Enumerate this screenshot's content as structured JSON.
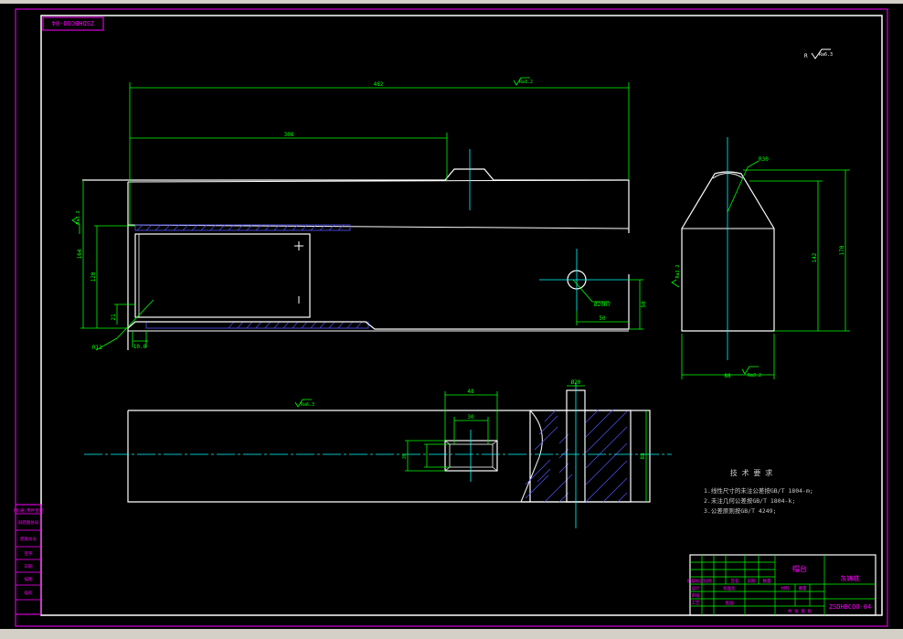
{
  "colors": {
    "background": "#000000",
    "border": "#ff00ff",
    "outline": "#ffffff",
    "dimension": "#00ff00",
    "centerline": "#00ffff",
    "hatch": "#3333ff",
    "tech_text": "#cccccc",
    "chrome": "#d4d0c8"
  },
  "drawing": {
    "code_rotated": "ZSDHBCOO-04",
    "code": "ZSDHBCOO-04",
    "part_name": "帽台"
  },
  "surface_marks": {
    "top_right": "Ra6.3",
    "ra_label_top": "Ra3.2",
    "ra_label_left": "Ra3.2",
    "ra_label_side": "Ra3.2",
    "ra_label_bottom_view": "Ra6.3",
    "ra_label_front": "Ra6.3",
    "ra_label_right_width": "Ra3.2"
  },
  "dims": {
    "len_total": "482",
    "len_groove": "308",
    "height_left": "164",
    "height_inner": "120",
    "small_21": "21",
    "small_108": "10.8",
    "r_corner": "R11",
    "hole_dia": "Ø20H7",
    "hole_x": "50",
    "hole_y": "50",
    "side_radius": "R30",
    "side_h1": "142",
    "side_h2": "170",
    "side_w": "88",
    "slot_w1": "48",
    "slot_w2": "30",
    "pin_d": "Ø20",
    "width_88": "88",
    "slot_h": "20"
  },
  "tech": {
    "title": "技 术 要 求",
    "line1": "1.线性尺寸的未注公差按GB/T 1804-m;",
    "line2": "2.未注几何公差按GB/T 1804-k;",
    "line3": "3.公差原则按GB/T 4249;"
  },
  "title_block": {
    "label_scale": "比例",
    "label_qty": "数量",
    "label_weight": "重量",
    "label_material": "材料",
    "material": "灰铸铁",
    "label_design": "设计",
    "label_check": "审核",
    "label_process": "工艺",
    "label_std": "标准化",
    "label_approve": "批准",
    "label_date": "日期",
    "label_sign": "签名",
    "label_stage": "阶段标记",
    "sheet_info": "共 张 第 张"
  },
  "left_strip": {
    "items": [
      "借(通)用件登记",
      "旧底图总号",
      "底图总号",
      "签字",
      "日期",
      "描图",
      "描校"
    ]
  }
}
